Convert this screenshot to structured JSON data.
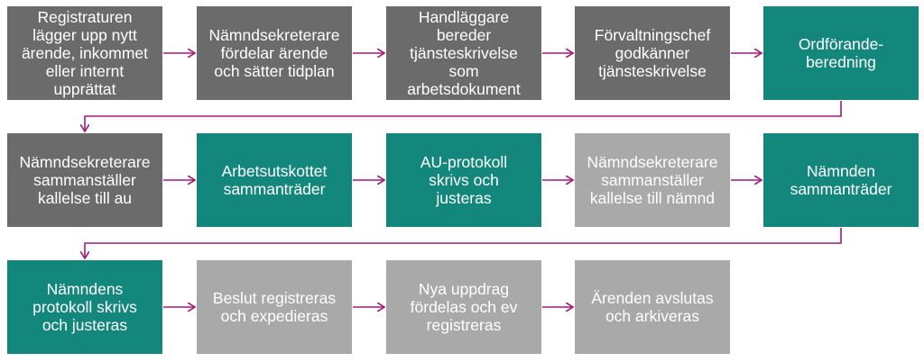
{
  "colors": {
    "dark": "#6b6b6b",
    "teal": "#14877d",
    "light": "#a9a9a9",
    "arrow": "#a3197a"
  },
  "steps": [
    {
      "id": "s1",
      "text": "Registraturen\nlägger upp nytt\närende, inkommet\neller internt\nupprättat",
      "style": "dark"
    },
    {
      "id": "s2",
      "text": "Nämndsekreterare\nfördelar ärende\noch sätter tidplan",
      "style": "dark"
    },
    {
      "id": "s3",
      "text": "Handläggare\nbereder\ntjänsteskrivelse\nsom\narbetsdokument",
      "style": "dark"
    },
    {
      "id": "s4",
      "text": "Förvaltningschef\ngodkänner\ntjänsteskrivelse",
      "style": "dark"
    },
    {
      "id": "s5",
      "text": "Ordförande-\nberedning",
      "style": "teal"
    },
    {
      "id": "s6",
      "text": "Nämndsekreterare\nsammanställer\nkallelse till au",
      "style": "dark"
    },
    {
      "id": "s7",
      "text": "Arbetsutskottet\nsammanträder",
      "style": "teal"
    },
    {
      "id": "s8",
      "text": "AU-protokoll\nskrivs och\njusteras",
      "style": "teal"
    },
    {
      "id": "s9",
      "text": "Nämndsekreterare\nsammanställer\nkallelse till nämnd",
      "style": "light"
    },
    {
      "id": "s10",
      "text": "Nämnden\nsammanträder",
      "style": "teal"
    },
    {
      "id": "s11",
      "text": "Nämndens\nprotokoll skrivs\noch justeras",
      "style": "teal"
    },
    {
      "id": "s12",
      "text": "Beslut registreras\noch expedieras",
      "style": "light"
    },
    {
      "id": "s13",
      "text": "Nya uppdrag\nfördelas och ev\nregistreras",
      "style": "light"
    },
    {
      "id": "s14",
      "text": "Ärenden avslutas\noch arkiveras",
      "style": "light"
    }
  ]
}
